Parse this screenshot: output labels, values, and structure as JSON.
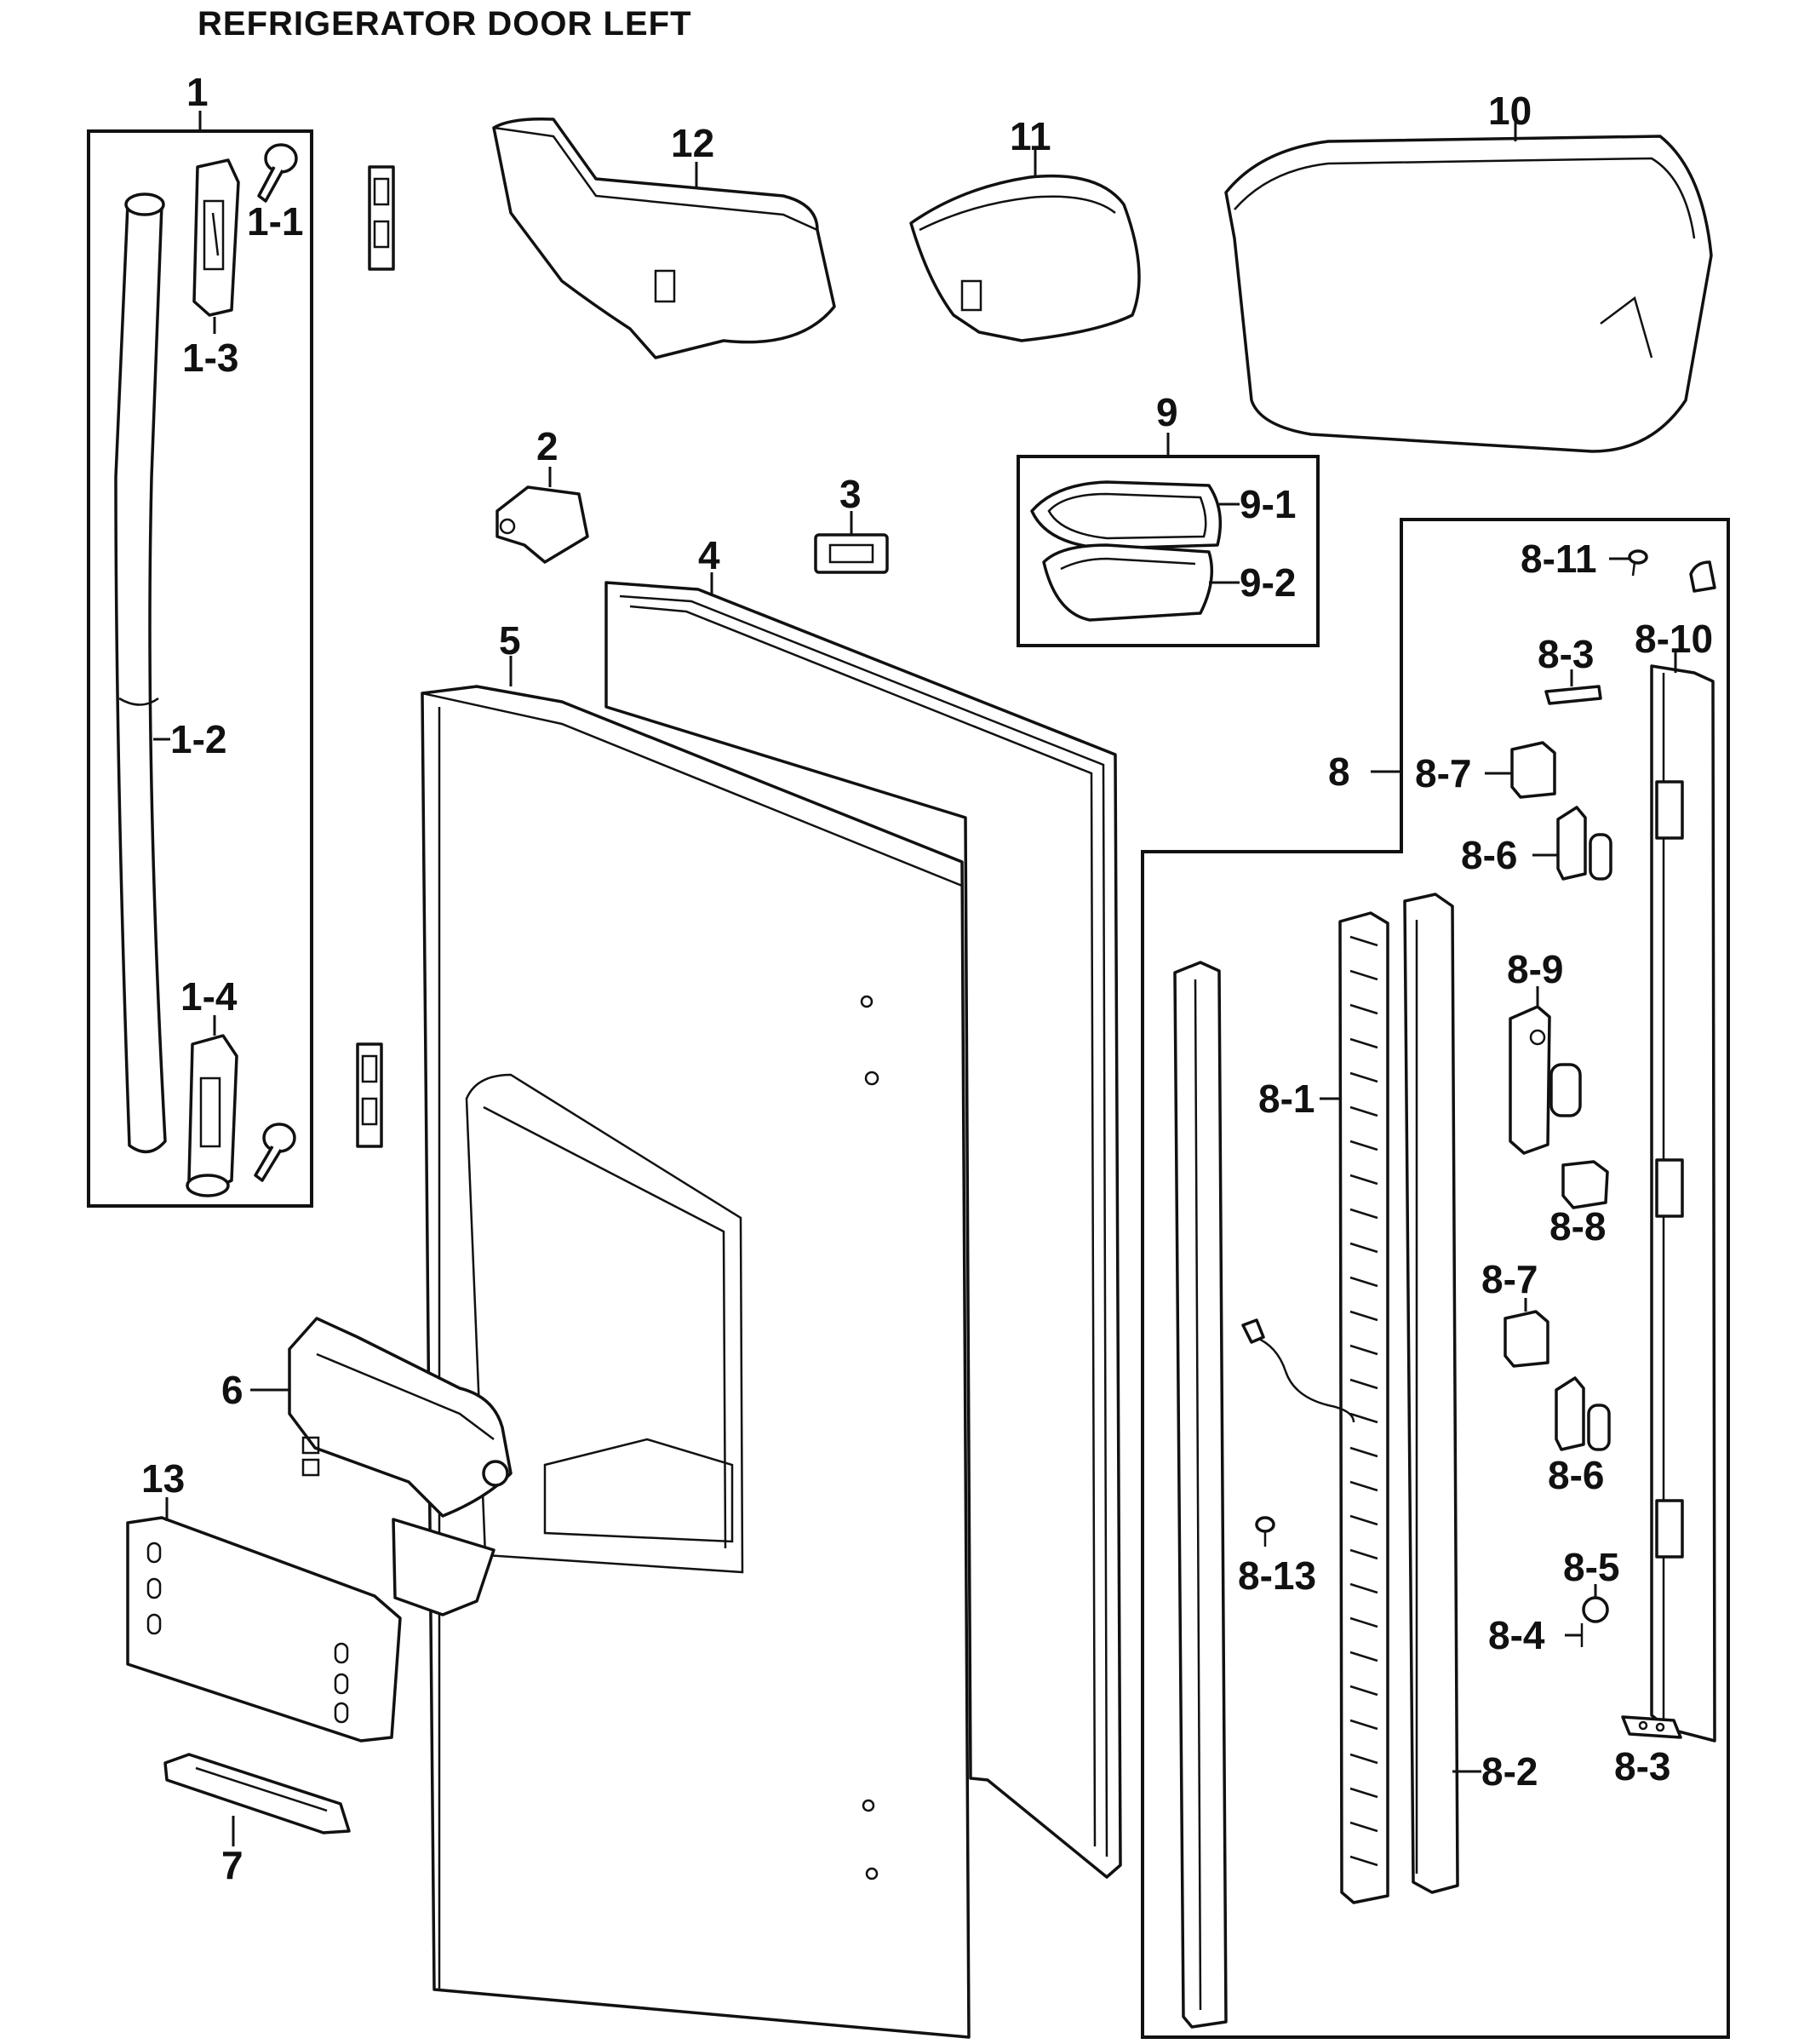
{
  "title": "REFRIGERATOR DOOR LEFT",
  "callouts": {
    "c1": "1",
    "c1_1": "1-1",
    "c1_2": "1-2",
    "c1_3": "1-3",
    "c1_4": "1-4",
    "c2": "2",
    "c3": "3",
    "c4": "4",
    "c5": "5",
    "c6": "6",
    "c7": "7",
    "c8": "8",
    "c8_1": "8-1",
    "c8_2": "8-2",
    "c8_3a": "8-3",
    "c8_3b": "8-3",
    "c8_4": "8-4",
    "c8_5": "8-5",
    "c8_6a": "8-6",
    "c8_6b": "8-6",
    "c8_7a": "8-7",
    "c8_7b": "8-7",
    "c8_8": "8-8",
    "c8_9": "8-9",
    "c8_10": "8-10",
    "c8_11": "8-11",
    "c8_13": "8-13",
    "c9": "9",
    "c9_1": "9-1",
    "c9_2": "9-2",
    "c10": "10",
    "c11": "11",
    "c12": "12",
    "c13": "13"
  }
}
